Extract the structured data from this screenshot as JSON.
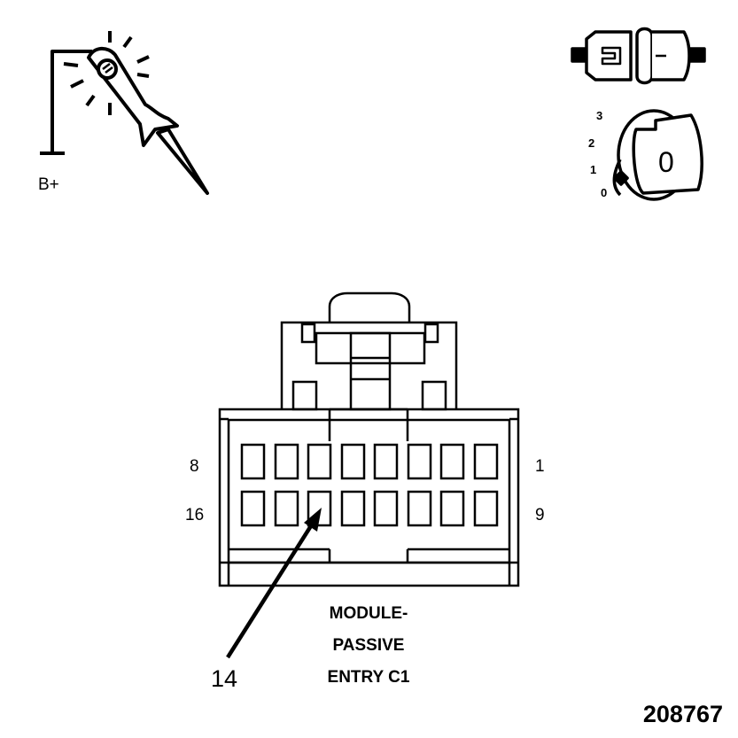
{
  "probe": {
    "label": "B+",
    "icon": "test-light-probe-icon"
  },
  "connector_icon": "connector-disconnect-icon",
  "ignition": {
    "icon": "ignition-key-icon",
    "positions": [
      "3",
      "2",
      "1",
      "0"
    ],
    "key_label": "0"
  },
  "connector": {
    "pin_labels": {
      "top_left": "8",
      "top_right": "1",
      "bottom_left": "16",
      "bottom_right": "9"
    },
    "callout": "14",
    "name_lines": [
      "MODULE-",
      "PASSIVE",
      "ENTRY C1"
    ]
  },
  "figure_id": "208767"
}
